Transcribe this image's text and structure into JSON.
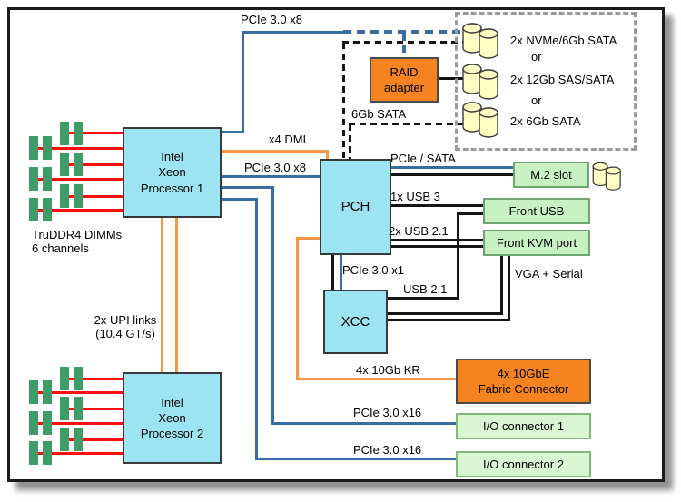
{
  "colors": {
    "box_cyan": "#9de4f2",
    "box_orange": "#f5831f",
    "box_green": "#c8f1c3",
    "box_green_light": "#d9f6d3",
    "line_blue": "#3a6da3",
    "line_orange": "#f79646",
    "line_red": "#fe0f0f",
    "line_black": "#151515",
    "dimm_green": "#3d9c67",
    "drive_yellow": "#ffffc4",
    "dashed_box_gray": "#9a9a9a"
  },
  "nodes": {
    "cpu1": {
      "lines": [
        "Intel",
        "Xeon",
        "Processor 1"
      ]
    },
    "cpu2": {
      "lines": [
        "Intel",
        "Xeon",
        "Processor 2"
      ]
    },
    "pch": {
      "label": "PCH"
    },
    "xcc": {
      "label": "XCC"
    },
    "raid": {
      "lines": [
        "RAID",
        "adapter"
      ]
    },
    "fabric": {
      "lines": [
        "4x 10GbE",
        "Fabric Connector"
      ]
    },
    "m2": {
      "label": "M.2 slot"
    },
    "front_usb": {
      "label": "Front USB"
    },
    "front_kvm": {
      "label": "Front KVM port"
    },
    "io1": {
      "label": "I/O connector 1"
    },
    "io2": {
      "label": "I/O connector 2"
    }
  },
  "links": {
    "pcie_x8_top": "PCIe 3.0 x8",
    "dmi": "x4 DMI",
    "pcie_x8_pch": "PCIe 3.0 x8",
    "pcie_sata": "PCIe / SATA",
    "usb3": "1x USB 3",
    "usb21_pair": "2x USB 2.1",
    "sata_6gb": "6Gb SATA",
    "pcie_x1": "PCIe 3.0 x1",
    "usb21": "USB 2.1",
    "vga_serial": "VGA + Serial",
    "kr_10gb": "4x 10Gb KR",
    "pcie_x16_1": "PCIe 3.0 x16",
    "pcie_x16_2": "PCIe 3.0 x16",
    "upi_1": "2x UPI links",
    "upi_2": "(10.4 GT/s)"
  },
  "memory": {
    "l1": "TruDDR4 DIMMs",
    "l2": "6 channels"
  },
  "drive_options": [
    "2x NVMe/6Gb SATA",
    "or",
    "2x 12Gb SAS/SATA",
    "or",
    "2x 6Gb SATA"
  ]
}
